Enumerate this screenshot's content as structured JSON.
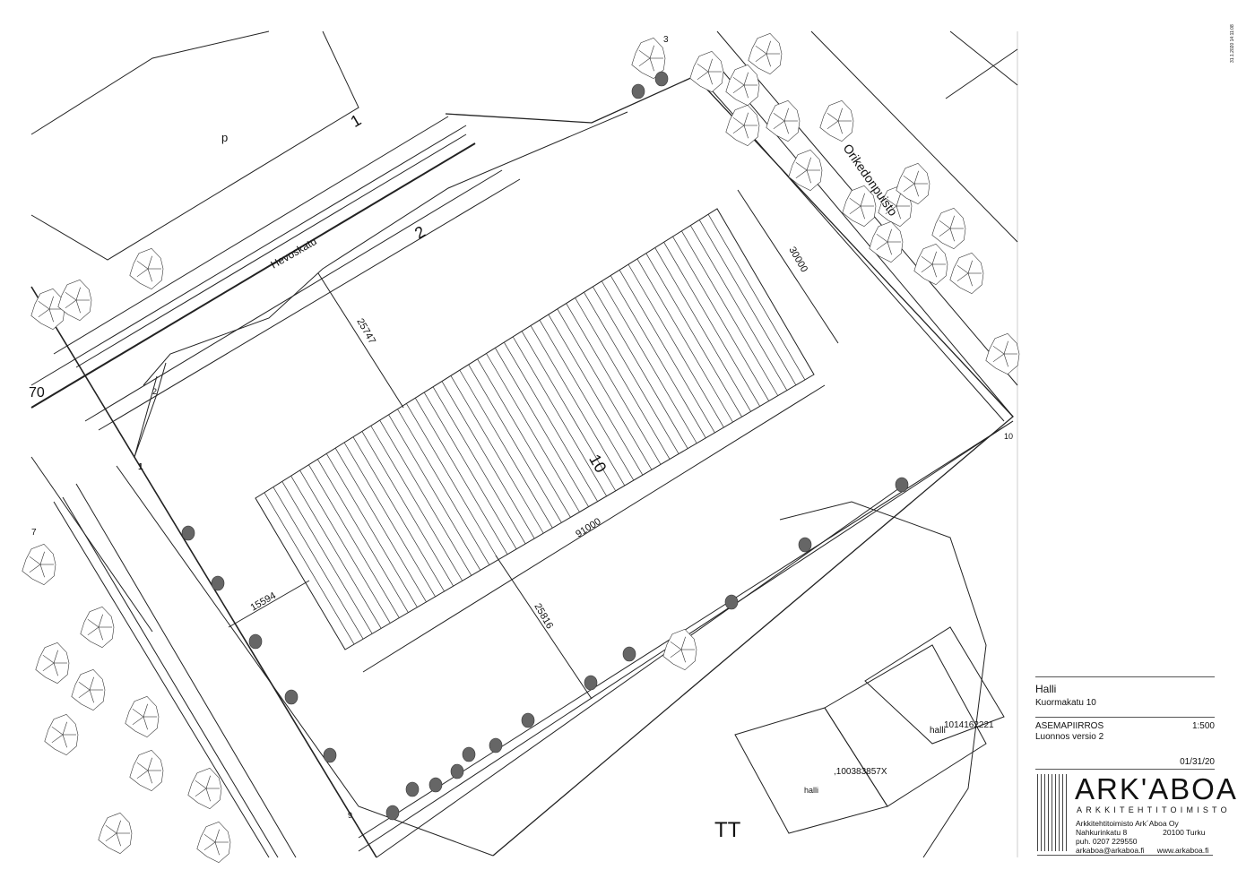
{
  "drawing": {
    "plot_labels": {
      "p": "p",
      "one": "1",
      "two": "2",
      "ten": "10",
      "seventy": "70",
      "small_two": "2",
      "small_one": "1",
      "small_seven": "7",
      "small_three": "3",
      "small_nine": "9",
      "small_ten": "10",
      "tt": "TT"
    },
    "streets": {
      "hevoskatu": "Hevoskatu",
      "park": "Orikedonpuisto"
    },
    "dimensions": {
      "d1": "25747",
      "d2": "30000",
      "d3": "91000",
      "d4": "15594",
      "d5": "25816"
    },
    "neighbours": {
      "halli_a": "halli",
      "halli_a_id": "1014162221",
      "halli_b": "halli",
      "halli_b_id": ",100383857X"
    }
  },
  "stamp": "31.1.2020 14:11:08",
  "title_block": {
    "project": "Halli",
    "address": "Kuormakatu 10",
    "drawing_type": "ASEMAPIIRROS",
    "scale": "1:500",
    "version": "Luonnos versio 2",
    "date": "01/31/20",
    "logo": "ARK'ABOA",
    "logo_sub": "ARKKITEHTITOIMISTO",
    "company": "Arkkitehtitoimisto Ark´Aboa Oy",
    "street": "Nahkurinkatu 8",
    "city": "20100 Turku",
    "phone": "puh. 0207 229550",
    "email": "arkaboa@arkaboa.fi",
    "web": "www.arkaboa.fi"
  }
}
